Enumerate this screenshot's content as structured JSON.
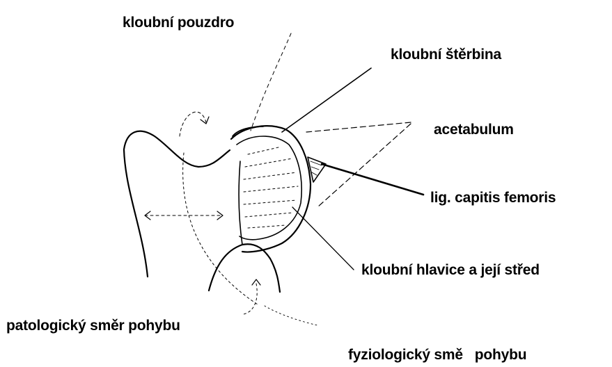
{
  "labels": {
    "capsule": "kloubní pouzdro",
    "joint_space": "kloubní štěrbina",
    "acetabulum": "acetabulum",
    "ligament": "lig. capitis femoris",
    "head_center": "kloubní hlavice a její střed",
    "pathological": "patologický směr pohybu",
    "physiological": "fyziologický smě   pohybu"
  },
  "colors": {
    "ink": "#000000",
    "background": "#ffffff"
  }
}
